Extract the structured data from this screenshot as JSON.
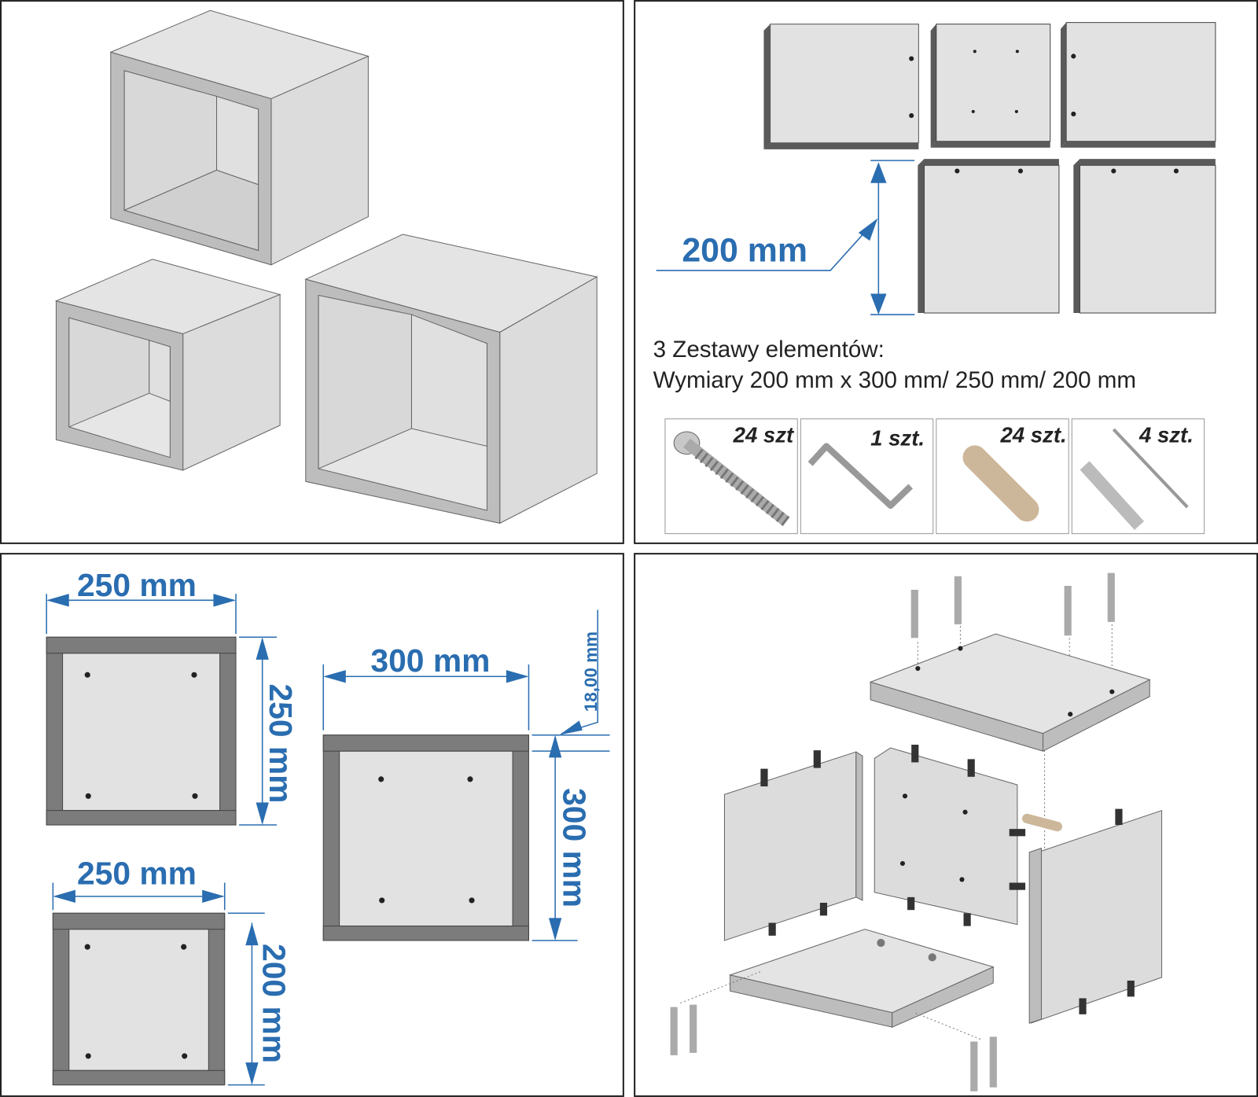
{
  "overview": {
    "title": "Shelf cubes overview"
  },
  "parts": {
    "height_label": "200 mm",
    "caption_line1": "3 Zestawy elementów:",
    "caption_line2": "Wymiary 200 mm x 300 mm/ 250 mm/ 200 mm",
    "hardware": [
      {
        "icon": "confirmat-screw-icon",
        "qty": "24 szt"
      },
      {
        "icon": "hex-key-icon",
        "qty": "1 szt."
      },
      {
        "icon": "wooden-dowel-icon",
        "qty": "24 szt."
      },
      {
        "icon": "wall-plug-screw-icon",
        "qty": "4 szt."
      }
    ]
  },
  "dimensions": {
    "cube_250_width": "250 mm",
    "cube_250_height": "250 mm",
    "cube_300_width": "300 mm",
    "cube_300_height": "300 mm",
    "board_thickness": "18,00 mm",
    "cube_200_width": "250 mm",
    "cube_200_height": "200 mm"
  },
  "colors": {
    "dimension_blue": "#2a6db0",
    "board_edge": "#7c7c7c",
    "board_face": "#e2e2e2"
  }
}
